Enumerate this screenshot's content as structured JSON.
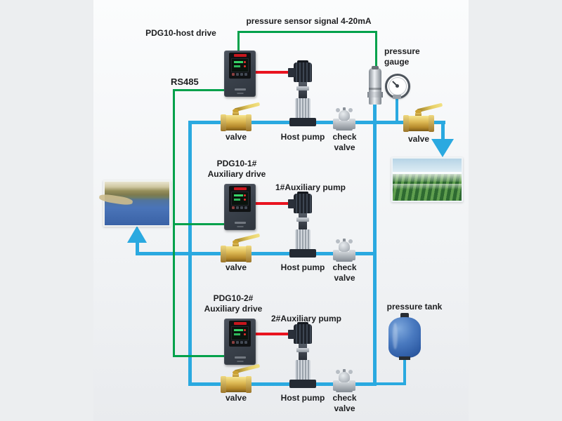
{
  "diagram": {
    "sensor_signal_label": "pressure sensor signal 4-20mA",
    "rs485_label": "RS485",
    "host_drive_label": "PDG10-host drive",
    "pressure_gauge_label": "pressure gauge",
    "pressure_tank_label": "pressure tank",
    "outlet_valve_label": "valve",
    "aux1": {
      "line1": "PDG10-1#",
      "line2": "Auxiliary drive",
      "pump_title": "1#Auxiliary pump"
    },
    "aux2": {
      "line1": "PDG10-2#",
      "line2": "Auxiliary drive",
      "pump_title": "2#Auxiliary pump"
    },
    "rows": [
      {
        "valve": "valve",
        "pump": "Host pump",
        "check_valve": "check valve"
      },
      {
        "valve": "valve",
        "pump": "Host pump",
        "check_valve": "check valve"
      },
      {
        "valve": "valve",
        "pump": "Host pump",
        "check_valve": "check valve"
      }
    ],
    "colors": {
      "pipe_blue": "#2aa9e0",
      "signal_green": "#00a14b",
      "power_red": "#e9131f",
      "valve_brass": "#ddb954",
      "tank_blue": "#3a6ab3",
      "drive_body": "#3a414b"
    }
  }
}
